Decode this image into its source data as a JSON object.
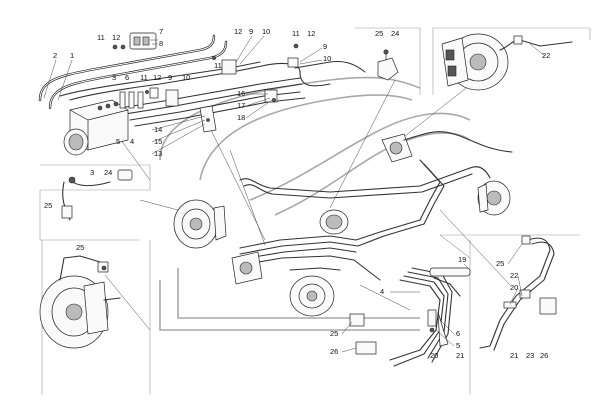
{
  "diagram": {
    "callouts": {
      "c01": "11",
      "c02": "12",
      "c03": "7",
      "c04": "8",
      "c05": "2",
      "c06": "1",
      "c07": "12",
      "c08": "9",
      "c09": "10",
      "c10": "11",
      "c11": "11",
      "c12": "12",
      "c13": "9",
      "c14": "10",
      "c15": "25",
      "c16": "24",
      "c17": "22",
      "c18": "3",
      "c19": "6",
      "c20": "11",
      "c21": "12",
      "c22": "9",
      "c23": "10",
      "c24": "5",
      "c25": "4",
      "c26": "14",
      "c27": "15",
      "c28": "13",
      "c29": "16",
      "c30": "17",
      "c31": "18",
      "c32": "3",
      "c33": "24",
      "c34": "25",
      "c35": "25",
      "c36": "19",
      "c37": "4",
      "c38": "6",
      "c39": "5",
      "c40": "25",
      "c41": "26",
      "c42": "20",
      "c43": "21",
      "c44": "25",
      "c45": "22",
      "c46": "20",
      "c47": "21",
      "c48": "23",
      "c49": "26"
    }
  }
}
